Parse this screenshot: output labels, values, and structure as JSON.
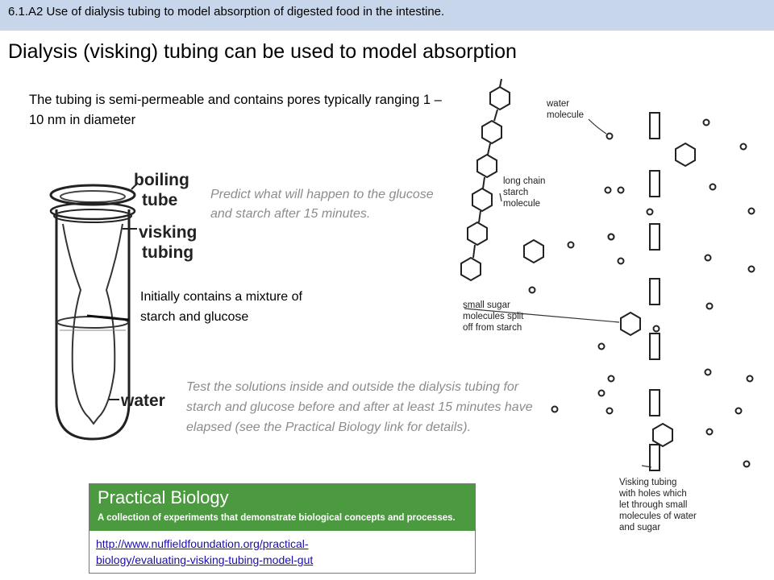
{
  "header": {
    "breadcrumb": "6.1.A2 Use of dialysis tubing to model absorption of digested food in the intestine."
  },
  "page": {
    "title": "Dialysis (visking) tubing can be used to model absorption",
    "description": "The tubing is semi-permeable and contains pores typically ranging 1 – 10 nm in diameter",
    "predict_prompt": "Predict what will happen to the glucose and starch after 15 minutes.",
    "initial_note": "Initially contains a mixture of starch and glucose",
    "test_instruction": "Test the solutions inside and outside the dialysis tubing for starch and glucose before and after at least 15 minutes have elapsed (see the Practical Biology link for details)."
  },
  "tube_diagram": {
    "label_boiling": "boiling",
    "label_tube": "tube",
    "label_visking": "visking",
    "label_tubing": "tubing",
    "label_water": "water"
  },
  "molecule_diagram": {
    "label_water_1": "water",
    "label_water_2": "molecule",
    "label_starch_1": "long chain",
    "label_starch_2": "starch",
    "label_starch_3": "molecule",
    "label_sugar_1": "small sugar",
    "label_sugar_2": "molecules split",
    "label_sugar_3": "off from starch",
    "label_visking_1": "Visking tubing",
    "label_visking_2": "with holes which",
    "label_visking_3": "let through small",
    "label_visking_4": "molecules of water",
    "label_visking_5": "and sugar"
  },
  "practical_biology": {
    "title": "Practical Biology",
    "subtitle": "A collection of experiments that demonstrate biological concepts and processes.",
    "link_line1": "http://www.nuffieldfoundation.org/practical-",
    "link_line2": "biology/evaluating-visking-tubing-model-gut"
  }
}
